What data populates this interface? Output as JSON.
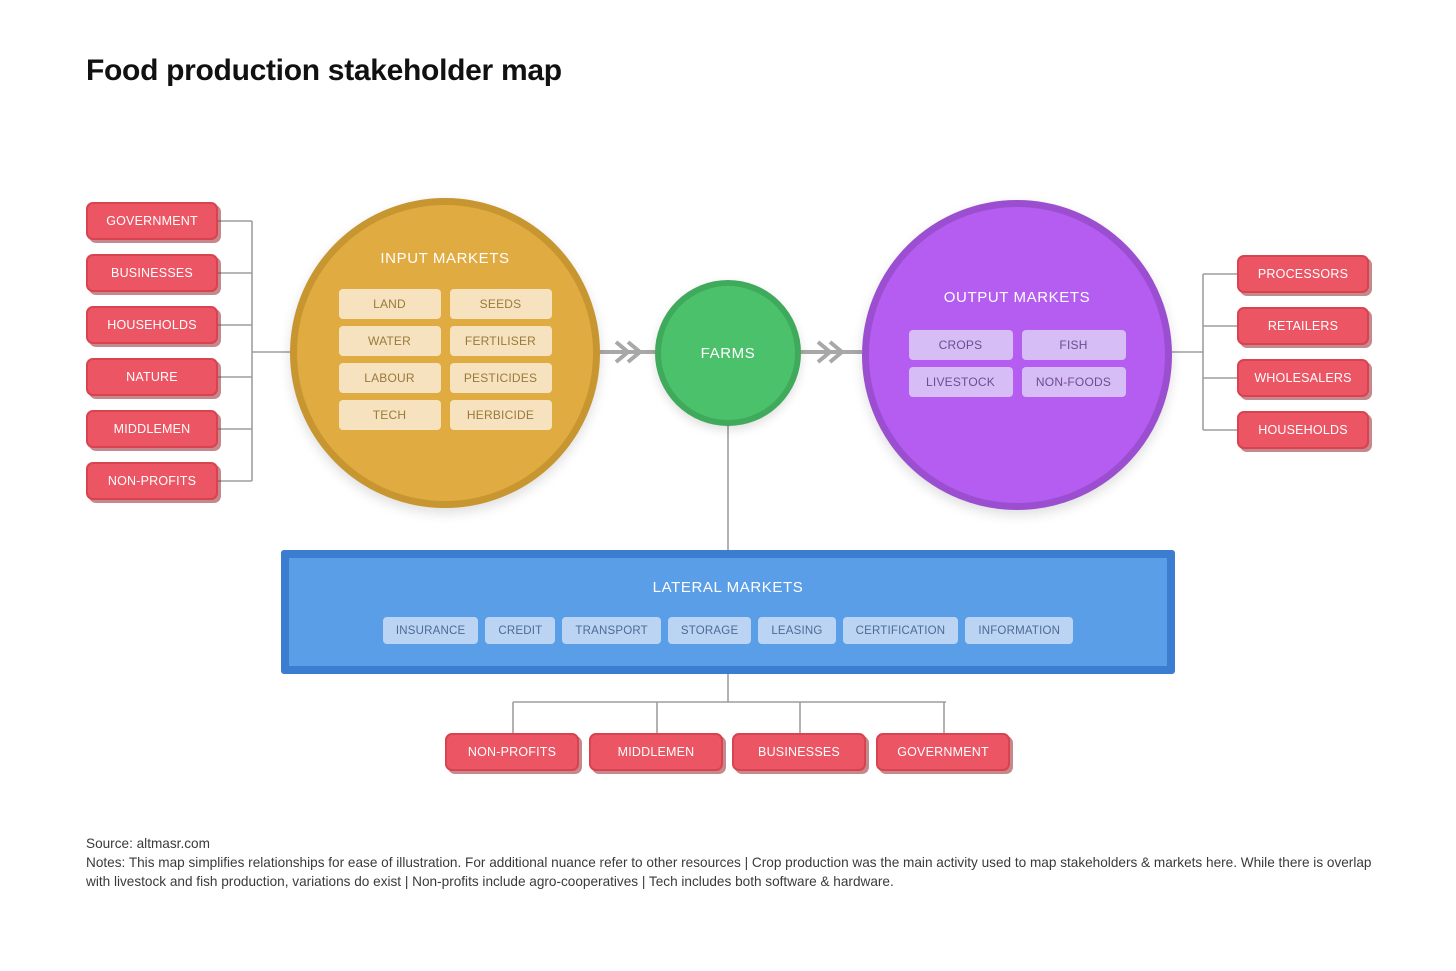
{
  "page": {
    "title": "Food production stakeholder map",
    "background": "#ffffff"
  },
  "colors": {
    "stakeholder_red": "#ec5564",
    "input_gold": "#e0ab40",
    "output_purple": "#b45df0",
    "farms_green": "#4cc16c",
    "lateral_blue": "#5a9ee8",
    "connector_grey": "#9e9e9e"
  },
  "left_stakeholders": {
    "items": [
      {
        "label": "GOVERNMENT"
      },
      {
        "label": "BUSINESSES"
      },
      {
        "label": "HOUSEHOLDS"
      },
      {
        "label": "NATURE"
      },
      {
        "label": "MIDDLEMEN"
      },
      {
        "label": "NON-PROFITS"
      }
    ]
  },
  "input_markets": {
    "heading": "INPUT MARKETS",
    "tags": [
      "LAND",
      "SEEDS",
      "WATER",
      "FERTILISER",
      "LABOUR",
      "PESTICIDES",
      "TECH",
      "HERBICIDE"
    ]
  },
  "farms": {
    "label": "FARMS"
  },
  "output_markets": {
    "heading": "OUTPUT MARKETS",
    "tags": [
      "CROPS",
      "FISH",
      "LIVESTOCK",
      "NON-FOODS"
    ]
  },
  "right_stakeholders": {
    "items": [
      {
        "label": "PROCESSORS"
      },
      {
        "label": "RETAILERS"
      },
      {
        "label": "WHOLESALERS"
      },
      {
        "label": "HOUSEHOLDS"
      }
    ]
  },
  "lateral_markets": {
    "heading": "LATERAL MARKETS",
    "tags": [
      "INSURANCE",
      "CREDIT",
      "TRANSPORT",
      "STORAGE",
      "LEASING",
      "CERTIFICATION",
      "INFORMATION"
    ]
  },
  "bottom_stakeholders": {
    "items": [
      {
        "label": "NON-PROFITS"
      },
      {
        "label": "MIDDLEMEN"
      },
      {
        "label": "BUSINESSES"
      },
      {
        "label": "GOVERNMENT"
      }
    ]
  },
  "footer": {
    "source": "Source: altmasr.com",
    "notes": "Notes: This map simplifies relationships for ease of illustration. For additional nuance refer to other resources | Crop production was the main activity used to map stakeholders & markets here. While there is overlap with livestock and fish production, variations do exist | Non-profits include agro-cooperatives | Tech includes both software & hardware."
  }
}
